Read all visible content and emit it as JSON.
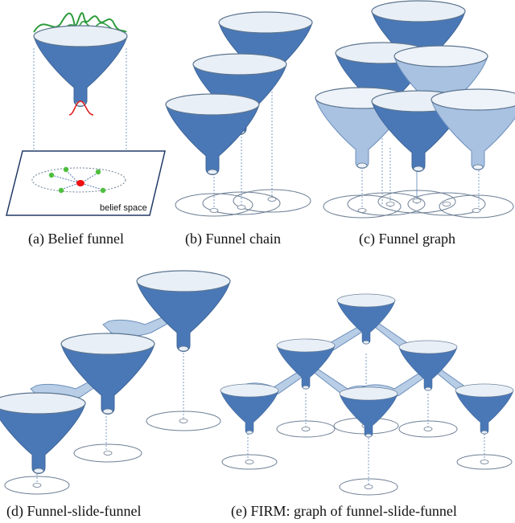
{
  "captions": {
    "a": "(a)  Belief funnel",
    "b": "(b)  Funnel chain",
    "c": "(c)  Funnel graph",
    "d": "(d)  Funnel-slide-funnel",
    "e": "(e)  FIRM: graph of funnel-slide-funnel"
  },
  "labels": {
    "belief_space": "belief space"
  },
  "colors": {
    "funnel_dark": "#4a78b7",
    "funnel_light": "#a9c2e1",
    "slide": "#b8cde6",
    "outline": "#5c7590",
    "ring": "#6d7f95",
    "green_curve": "#2d9c3c",
    "red_curve": "#e02020",
    "green_dot": "#4fbf3f",
    "red_dot": "#ee1111"
  }
}
